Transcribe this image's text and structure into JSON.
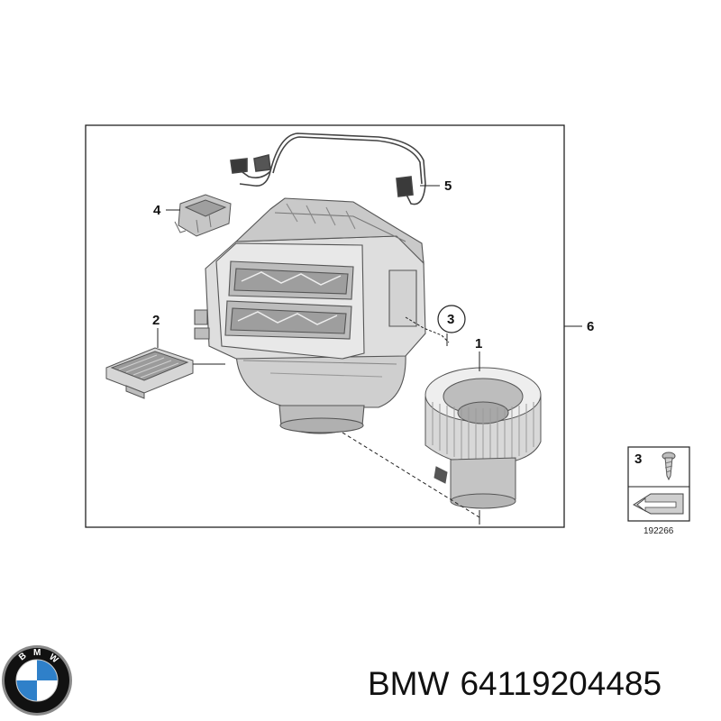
{
  "diagram": {
    "callouts": {
      "blower_motor": "1",
      "resistor": "2",
      "screw": "3",
      "actuator": "4",
      "harness": "5",
      "housing_assembly": "6"
    },
    "inset": {
      "callout": "3",
      "reference_number": "192266"
    }
  },
  "logo": {
    "lettering": "BMW",
    "colors": {
      "blue": "#2f80c9",
      "white": "#ffffff",
      "ring": "#111111",
      "rim": "#8a8a8a"
    }
  },
  "caption": {
    "brand": "BMW",
    "part_number": "64119204485"
  }
}
